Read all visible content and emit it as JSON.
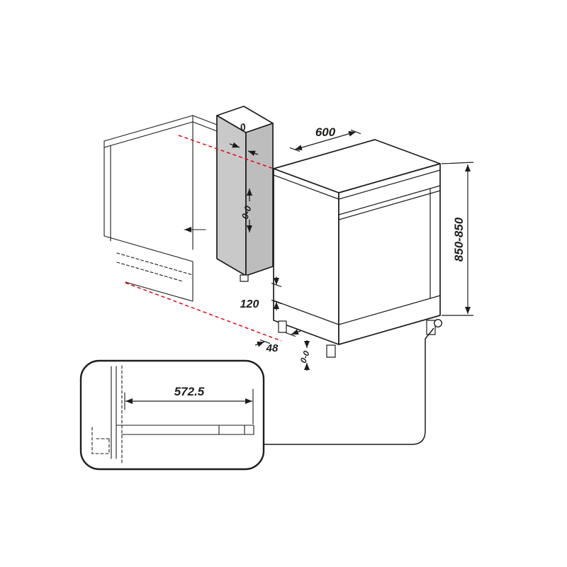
{
  "diagram": {
    "colors": {
      "line": "#1d1d1b",
      "panel_fill": "#c9c9c9",
      "panel_side_fill": "#bdbdbd",
      "alignment_line": "#e30613",
      "background": "#ffffff"
    },
    "labels": {
      "top_gap": "0",
      "width": "600",
      "niche_height": "0-0",
      "appliance_height": "850-850",
      "plinth_height": "120",
      "foot_inset": "48",
      "foot_adjustment": "0-0",
      "detail_depth": "572.5"
    }
  }
}
